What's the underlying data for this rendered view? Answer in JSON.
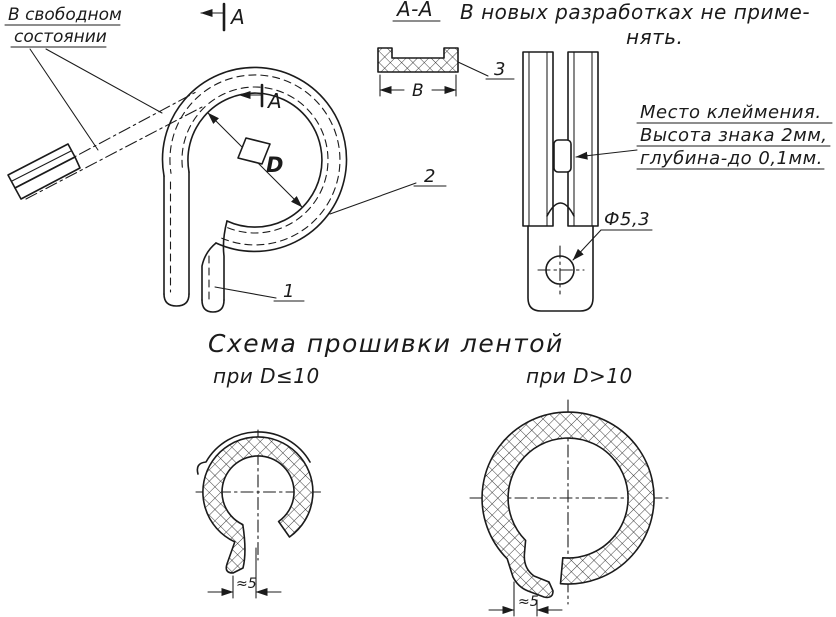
{
  "colors": {
    "ink": "#1b1b1b",
    "paper": "#ffffff"
  },
  "drawing": {
    "free_state": {
      "line1": "В свободном",
      "line2": "состоянии"
    },
    "top_note": {
      "line1": "В новых разработках не приме-",
      "line2": "нять."
    },
    "section": {
      "label": "А-А",
      "width_dim": "В",
      "balloon": "3"
    },
    "main": {
      "cut_letter_top": "А",
      "cut_letter_mid": "А",
      "diameter_letter": "D",
      "balloon_band": "2",
      "balloon_leg": "1"
    },
    "side": {
      "marking_line1": "Место клеймения.",
      "marking_line2": "Высота знака 2мм,",
      "marking_line3": "глубина-до 0,1мм.",
      "hole_dia": "Ф5,3"
    },
    "scheme": {
      "title": "Схема прошивки лентой",
      "cond_left": "при D≤10",
      "cond_right": "при D>10",
      "dim_left": "≈5",
      "dim_right": "≈5"
    }
  }
}
